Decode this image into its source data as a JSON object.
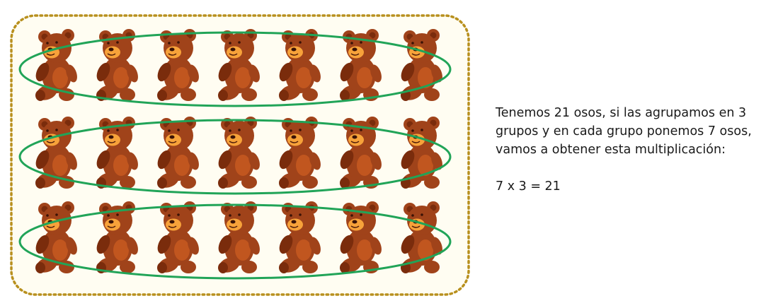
{
  "illustration": {
    "rows": 3,
    "per_row": 7,
    "item_icon": "teddy-bear-icon",
    "colors": {
      "frame_dots": "#B8901E",
      "panel_fill": "#FFFDF2",
      "group_ring": "#21A458",
      "bear_fur": "#A0431A",
      "bear_shade": "#7A2C0C",
      "bear_light": "#C1561F",
      "muzzle": "#F7A23A"
    }
  },
  "text": {
    "line1": "Tenemos 21 osos, si las agrupamos en 3",
    "line2": "grupos y en cada grupo ponemos 7 osos,",
    "line3": "vamos a obtener esta multiplicación:",
    "equation": "7 x 3 = 21"
  }
}
